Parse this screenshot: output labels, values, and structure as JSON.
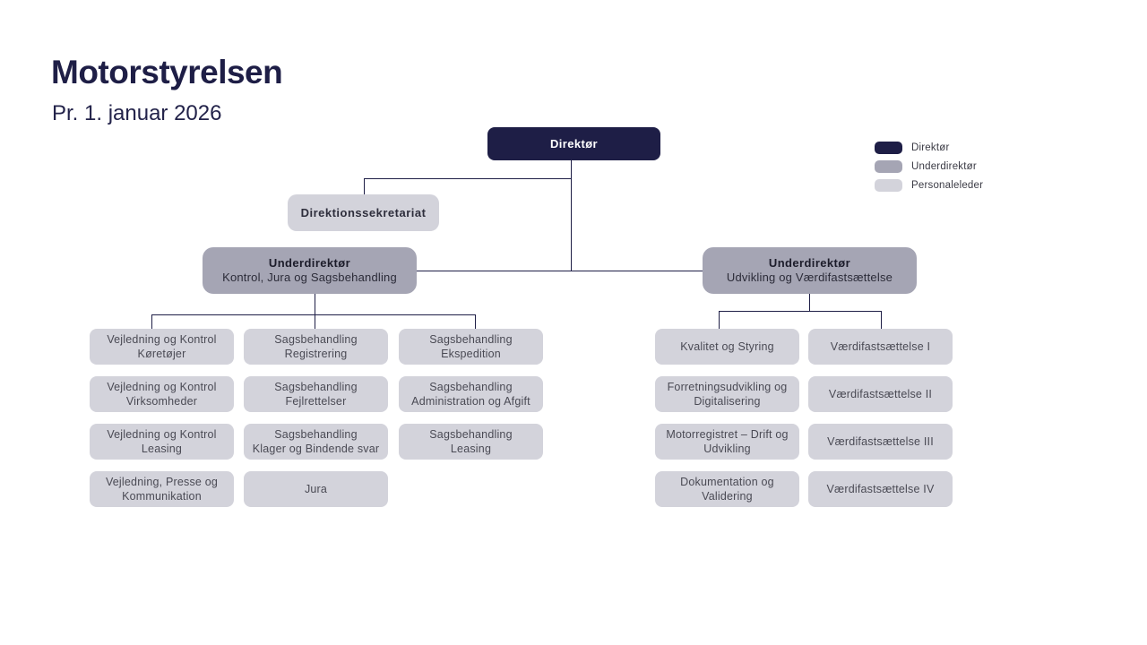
{
  "header": {
    "title": "Motorstyrelsen",
    "subtitle": "Pr. 1. januar 2026"
  },
  "colors": {
    "direktor": "#1e1e46",
    "underdirektor": "#a5a5b4",
    "personaleleder": "#d3d3db",
    "connector": "#1e1e46"
  },
  "legend": {
    "items": [
      {
        "label": "Direktør"
      },
      {
        "label": "Underdirektør"
      },
      {
        "label": "Personaleleder"
      }
    ]
  },
  "org": {
    "direktor": "Direktør",
    "sekretariat": "Direktionssekretariat",
    "underdirektor_left": {
      "title": "Underdirektør",
      "subtitle": "Kontrol, Jura og Sagsbehandling"
    },
    "underdirektor_right": {
      "title": "Underdirektør",
      "subtitle": "Udvikling og Værdifastsættelse"
    },
    "left": [
      [
        "Vejledning og Kontrol\nKøretøjer",
        "Vejledning og Kontrol\nVirksomheder",
        "Vejledning og Kontrol\nLeasing",
        "Vejledning, Presse og\nKommunikation"
      ],
      [
        "Sagsbehandling\nRegistrering",
        "Sagsbehandling\nFejlrettelser",
        "Sagsbehandling\nKlager og Bindende svar",
        "Jura"
      ],
      [
        "Sagsbehandling\nEkspedition",
        "Sagsbehandling\nAdministration og Afgift",
        "Sagsbehandling\nLeasing"
      ]
    ],
    "right": [
      [
        "Kvalitet og Styring",
        "Forretningsudvikling og\nDigitalisering",
        "Motorregistret – Drift og\nUdvikling",
        "Dokumentation og\nValidering"
      ],
      [
        "Værdifastsættelse I",
        "Værdifastsættelse II",
        "Værdifastsættelse III",
        "Værdifastsættelse IV"
      ]
    ]
  }
}
